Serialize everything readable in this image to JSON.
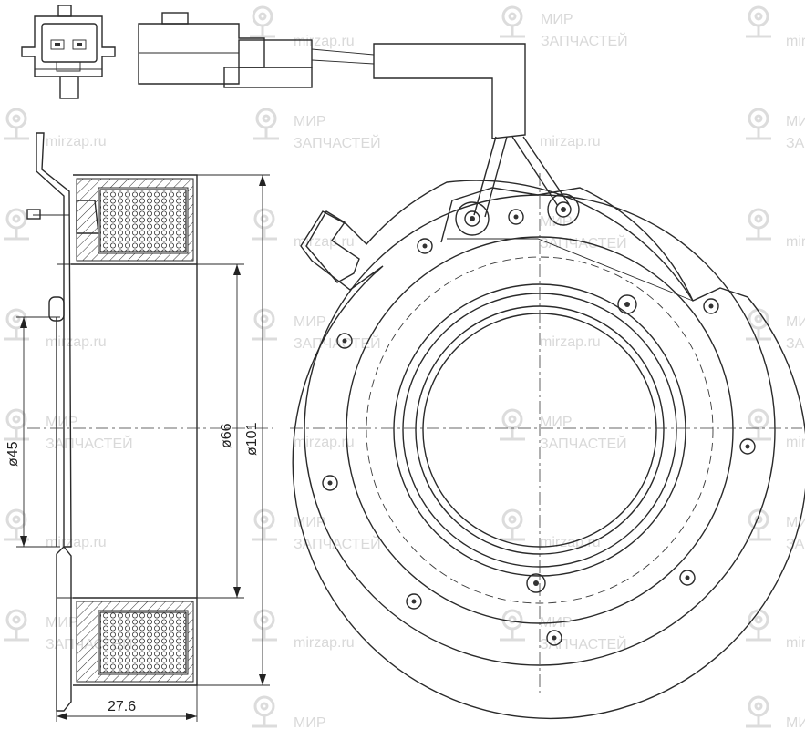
{
  "watermark": {
    "site": "mirzap.ru",
    "line1": "МИР",
    "line2": "ЗАПЧАСТЕЙ"
  },
  "dimensions": {
    "d45": "ø45",
    "d66": "ø66",
    "d101": "ø101",
    "width": "27.6"
  }
}
